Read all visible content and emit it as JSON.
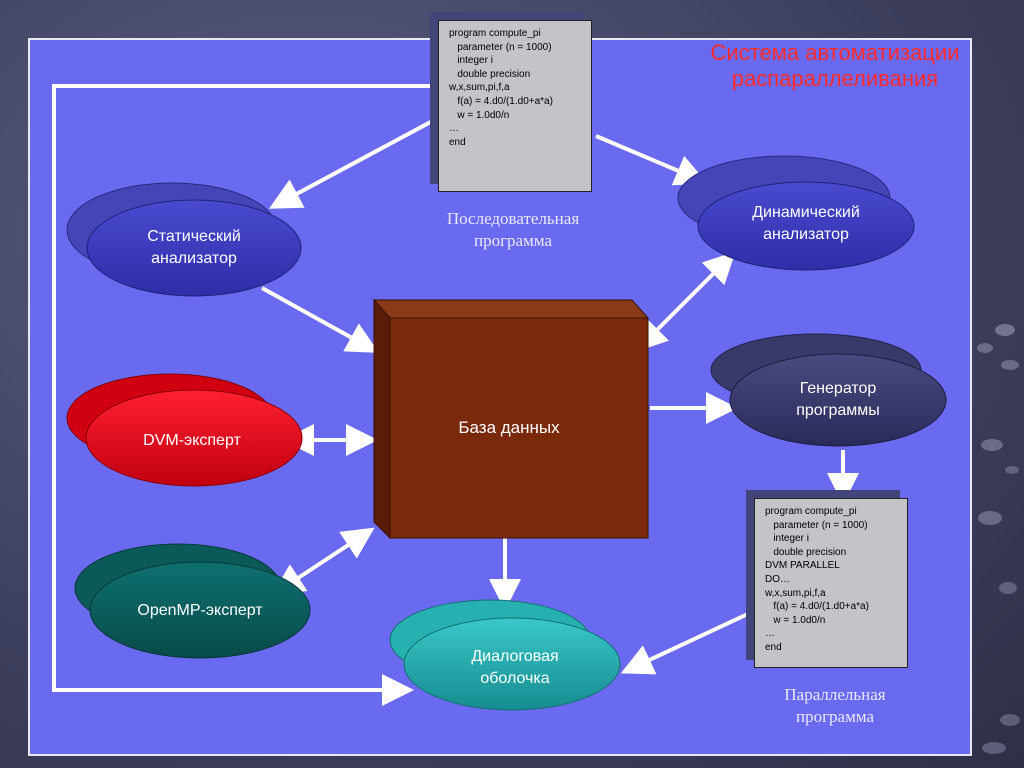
{
  "title": "Система автоматизации распараллеливания",
  "sequential_code": [
    "program compute_pi",
    "   parameter (n = 1000)",
    "   integer i",
    "   double precision",
    "w,x,sum,pi,f,a",
    "   f(a) = 4.d0/(1.d0+a*a)",
    "   w = 1.0d0/n",
    "…",
    "end"
  ],
  "parallel_code": [
    "program compute_pi",
    "   parameter (n = 1000)",
    "   integer i",
    "   double precision",
    "DVM PARALLEL",
    "DO…",
    "w,x,sum,pi,f,a",
    "   f(a) = 4.d0/(1.d0+a*a)",
    "   w = 1.0d0/n",
    "…",
    "end"
  ],
  "captions": {
    "sequential": "Последовательная программа",
    "parallel": "Параллельная программа"
  },
  "nodes": {
    "static_analyzer": "Статический анализатор",
    "dynamic_analyzer": "Динамический анализатор",
    "database": "База данных",
    "generator": "Генератор программы",
    "dvm_expert": "DVM-эксперт",
    "openmp_expert": "OpenMP-эксперт",
    "dialog_shell": "Диалоговая оболочка"
  },
  "colors": {
    "panel": "#6a6af0",
    "title": "#ff2a2a",
    "database": "#7a2a0a",
    "dvm": "#e00010",
    "openmp": "#0a6060",
    "dialog": "#20a8a8",
    "analyzer": "#3d3dc0",
    "generator": "#3a3a70"
  }
}
